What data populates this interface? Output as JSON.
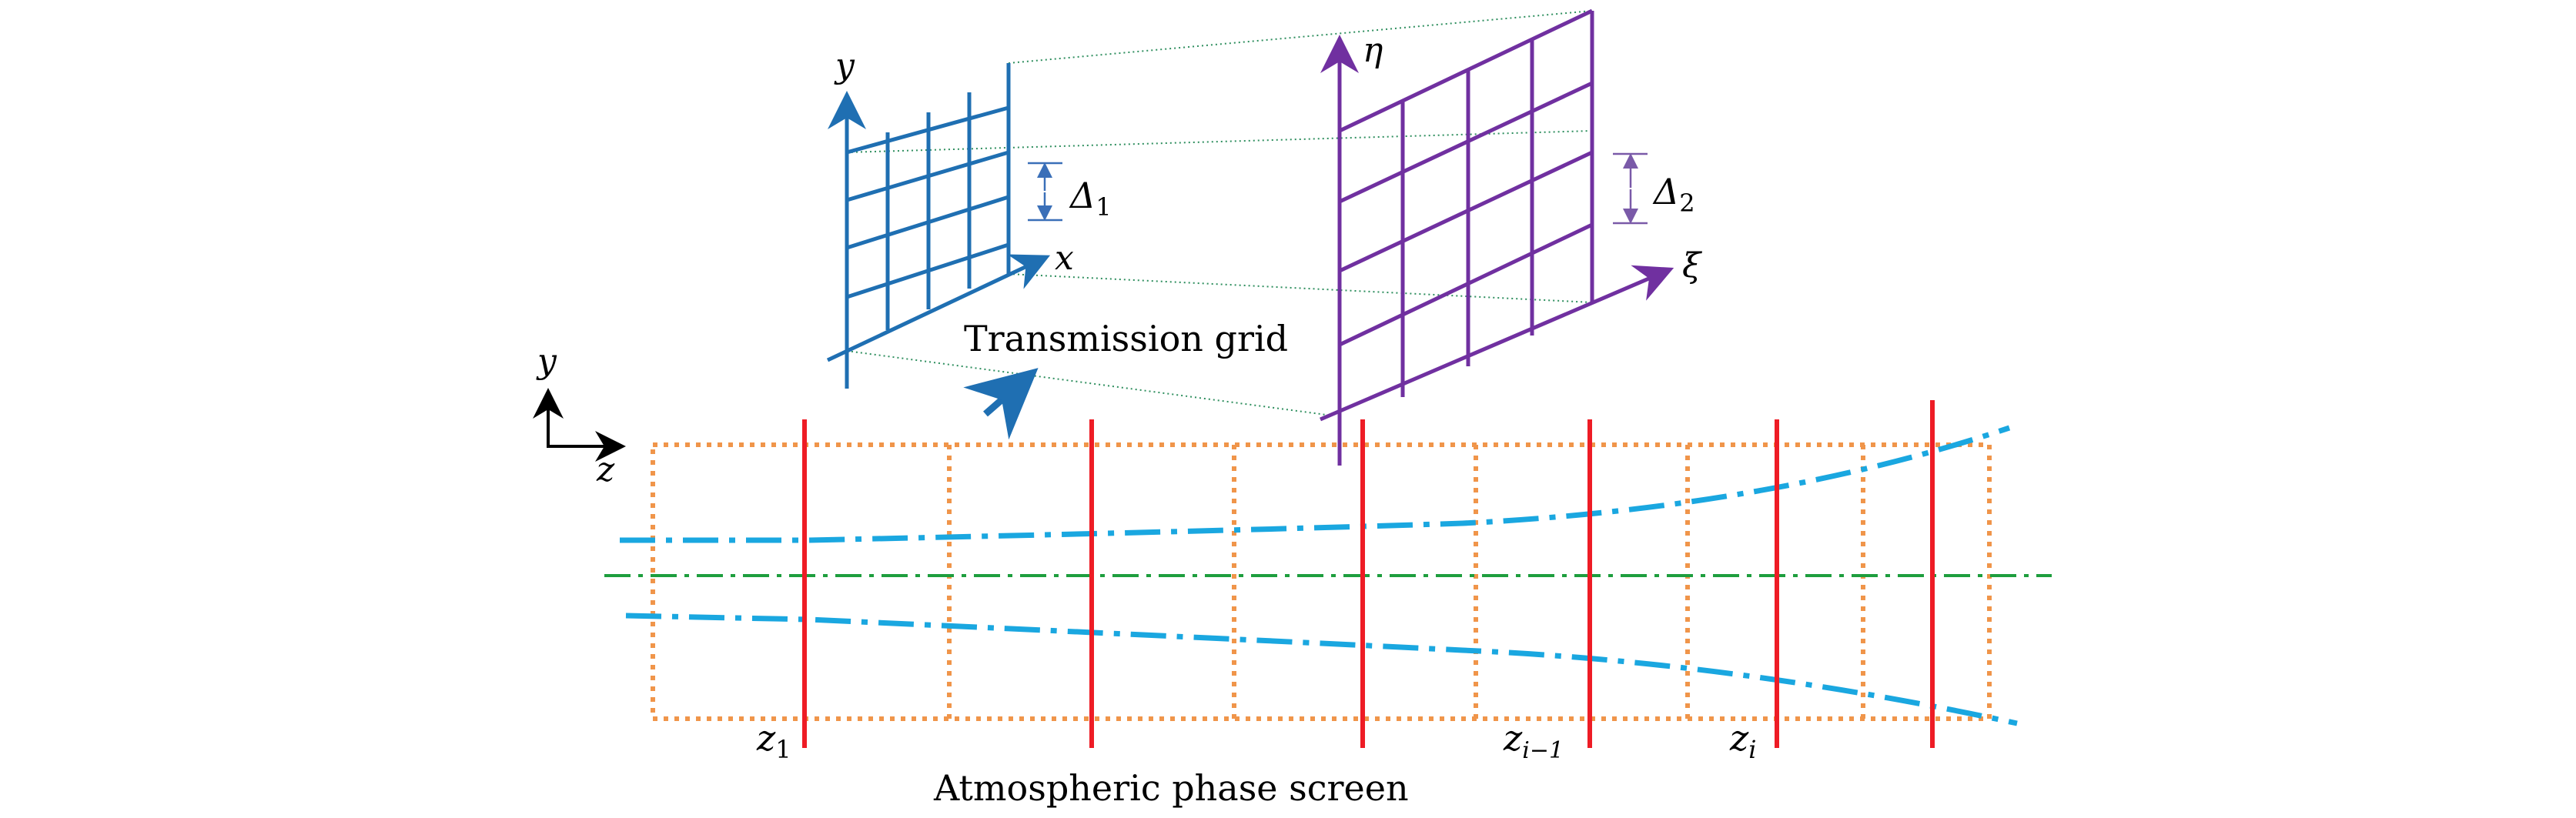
{
  "title": "Transmission grid and atmospheric phase screen diagram",
  "labels": {
    "source_y": "y",
    "source_x": "x",
    "delta1": "Δ",
    "delta1_sub": "1",
    "dest_eta": "η",
    "dest_xi": "ξ",
    "delta2": "Δ",
    "delta2_sub": "2",
    "transmission_grid": "Transmission grid",
    "axes_y": "y",
    "axes_z": "z",
    "z1": "z",
    "z1_sub": "1",
    "zi_minus_1": "z",
    "zi_minus_1_sub": "i−1",
    "zi": "z",
    "zi_sub": "i",
    "atmospheric_phase_screen": "Atmospheric phase screen"
  },
  "colors": {
    "source_grid": "#1f6fb2",
    "dest_grid": "#7030a0",
    "phase_screen": "#ee1c25",
    "beam_envelope": "#1aa7e0",
    "optical_axis": "#1e9e3e",
    "propagation_box": "#f0954a",
    "guide_lines": "#2f8f5f"
  }
}
